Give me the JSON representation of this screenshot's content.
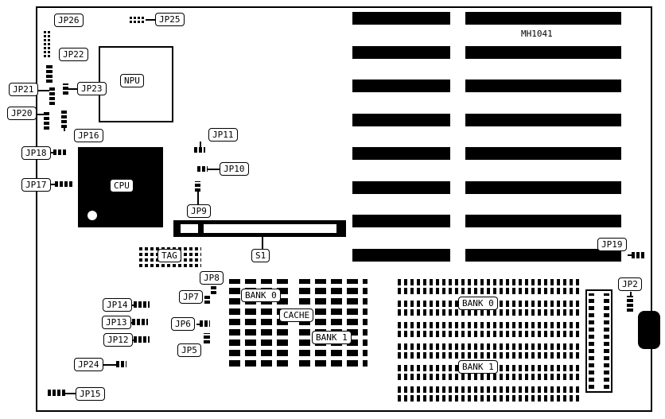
{
  "board": {
    "model": "MH1041"
  },
  "colors": {
    "ink": "#000000",
    "paper": "#ffffff"
  },
  "labels": {
    "jp2": "JP2",
    "jp5": "JP5",
    "jp6": "JP6",
    "jp7": "JP7",
    "jp8": "JP8",
    "jp9": "JP9",
    "jp10": "JP10",
    "jp11": "JP11",
    "jp12": "JP12",
    "jp13": "JP13",
    "jp14": "JP14",
    "jp15": "JP15",
    "jp16": "JP16",
    "jp17": "JP17",
    "jp18": "JP18",
    "jp19": "JP19",
    "jp20": "JP20",
    "jp21": "JP21",
    "jp22": "JP22",
    "jp23": "JP23",
    "jp24": "JP24",
    "jp25": "JP25",
    "jp26": "JP26",
    "s1": "S1",
    "tag": "TAG",
    "npu": "NPU",
    "cpu": "CPU"
  },
  "cache": {
    "bank0": "BANK 0",
    "label": "CACHE",
    "bank1": "BANK 1"
  },
  "memory": {
    "bank0": "BANK 0",
    "bank1": "BANK 1"
  }
}
